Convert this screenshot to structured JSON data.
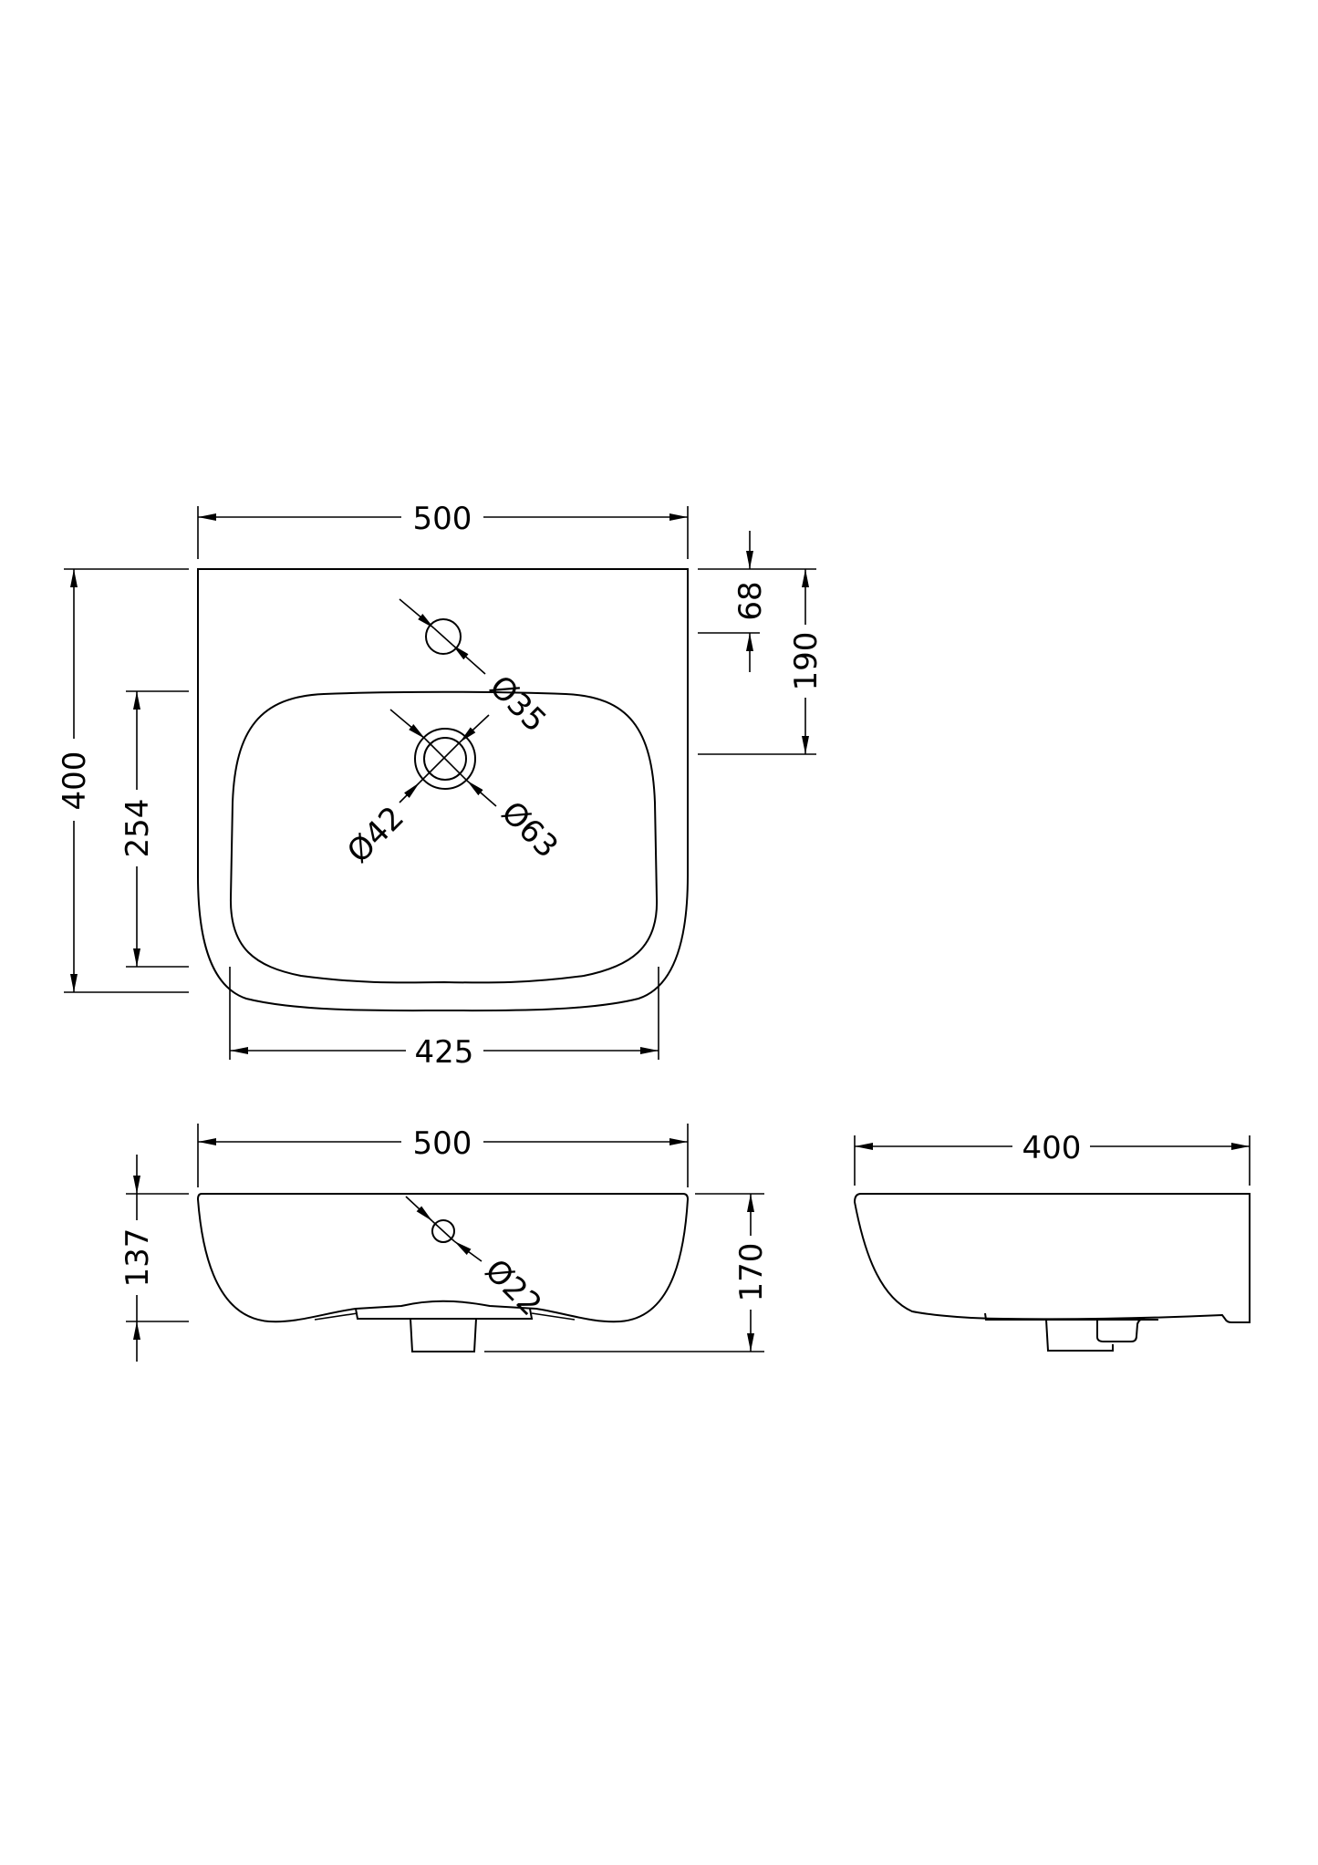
{
  "drawing": {
    "subject": "wall-hung basin technical drawing",
    "line_color": "#000000",
    "background_color": "#ffffff",
    "units": "mm"
  },
  "top_view": {
    "overall_width": "500",
    "overall_depth": "400",
    "bowl_depth": "254",
    "bowl_width": "425",
    "tap_hole_offset": "68",
    "waste_offset": "190",
    "tap_hole_diameter": "Ø35",
    "waste_inner_diameter": "Ø42",
    "waste_outer_diameter": "Ø63"
  },
  "front_view": {
    "overall_width": "500",
    "bowl_height": "137",
    "overall_height": "170",
    "overflow_diameter": "Ø22"
  },
  "side_view": {
    "overall_depth": "400"
  }
}
